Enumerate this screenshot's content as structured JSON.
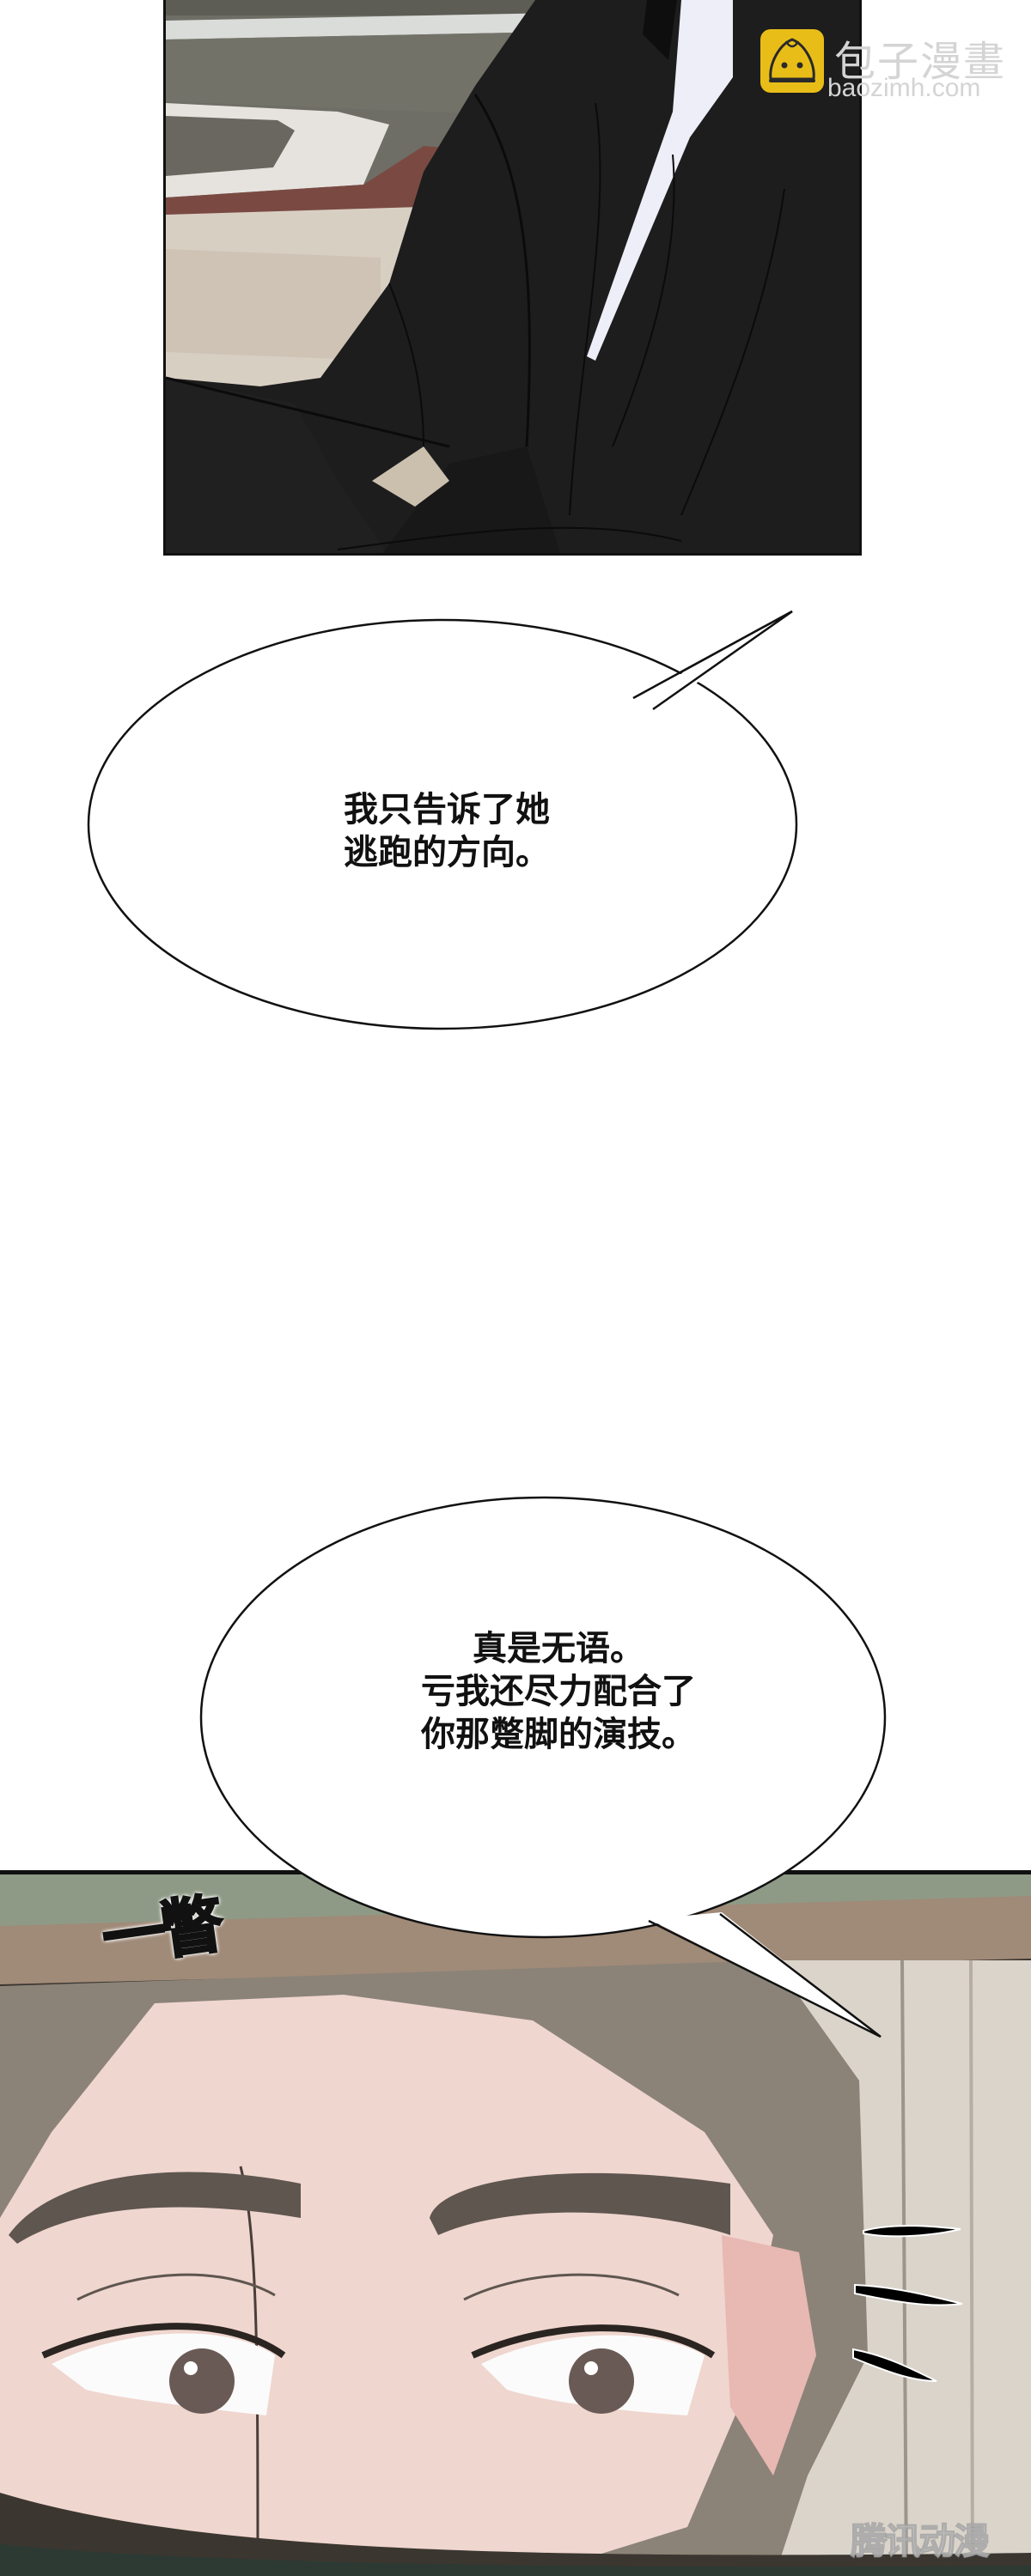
{
  "page": {
    "type": "webtoon-comic-strip",
    "background": "#ffffff"
  },
  "watermarks": {
    "top": {
      "icon": "steamed-bun-logo-icon",
      "brand": "包子漫畫",
      "url": "baozimh.com",
      "logo_color": "#e9bd18",
      "text_color": "#d4d4d4"
    },
    "bottom": {
      "text": "腾讯动漫"
    }
  },
  "panels": [
    {
      "id": "panel-1",
      "description": "man in black suit seated in car interior",
      "colors": {
        "suit": "#1c1c1c",
        "car_door": "#6f6e66",
        "door_trim": "#7a4a42",
        "seat": "#d8cfc3",
        "shirt": "#e8e8f4"
      }
    },
    {
      "id": "panel-2",
      "description": "close-up of eyes glancing sideways, reflected in rear-view mirror",
      "colors": {
        "skin": "#efd6cf",
        "hair": "#8b8378",
        "brow": "#5e564f",
        "iris": "#6a5a55",
        "mirror_frame": "#3b3630",
        "background": "#cfc6bc"
      },
      "sfx": "一瞥"
    }
  ],
  "bubbles": [
    {
      "id": "bubble-1",
      "lines": [
        "我只告诉了她",
        "逃跑的方向。"
      ]
    },
    {
      "id": "bubble-2",
      "lines": [
        "真是无语。",
        "亏我还尽力配合了",
        "你那蹩脚的演技。"
      ]
    }
  ]
}
